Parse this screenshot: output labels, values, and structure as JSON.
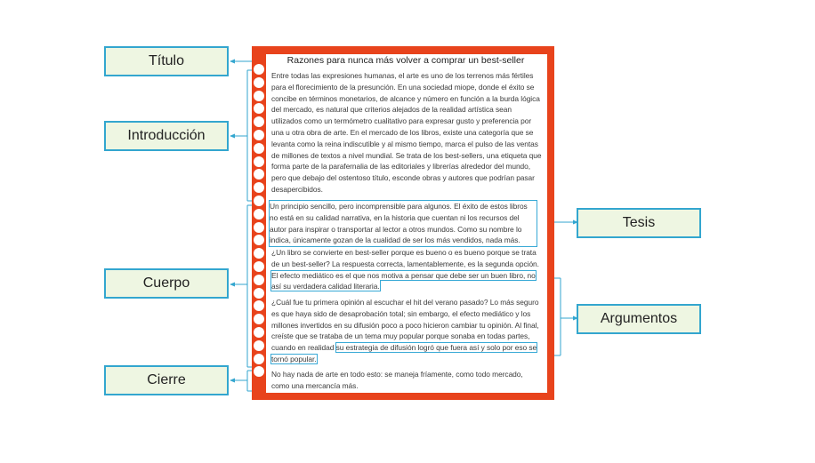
{
  "labels": {
    "titulo": "Título",
    "introduccion": "Introducción",
    "tesis": "Tesis",
    "cuerpo": "Cuerpo",
    "argumentos": "Argumentos",
    "cierre": "Cierre"
  },
  "document": {
    "title": "Razones para nunca más volver a comprar un best-seller",
    "intro": "Entre todas las expresiones humanas, el arte es uno de los terrenos más fértiles para el florecimiento de la presunción. En una sociedad miope, donde el éxito se concibe en términos monetarios, de alcance y número en función a la burda lógica del mercado, es natural que criterios alejados de la realidad artística sean utilizados como un termómetro cualitativo para expresar gusto y preferencia por una u otra obra de arte. En el mercado de los libros, existe una categoría que se levanta como la reina indiscutible y al mismo tiempo, marca el pulso de las ventas de millones de textos a nivel mundial. Se trata de los best-sellers, una etiqueta que forma parte de la parafernalia de las editoriales y librerías alrededor del mundo, pero que debajo del ostentoso título, esconde obras y autores que podrían pasar desapercibidos.",
    "thesis": "Un principio sencillo, pero incomprensible para algunos. El éxito de estos libros no está en su calidad narrativa, en la historia que cuentan ni los recursos del autor para inspirar o transportar al lector a otros mundos. Como su nombre lo indica, únicamente gozan de la cualidad de ser los más vendidos, nada más.",
    "body1_a": "¿Un libro se convierte en best-seller porque es bueno o es bueno porque se trata de un best-seller? La respuesta correcta, lamentablemente, es la segunda opción.",
    "body1_arg": "El efecto mediático es el que nos motiva a pensar que debe ser un buen libro, no así su verdadera calidad literaria.",
    "body2_a": "¿Cuál fue tu primera opinión al escuchar el hit del verano pasado? Lo más seguro es que haya sido de desaprobación total; sin embargo, el efecto mediático y los millones invertidos en su difusión poco a poco hicieron cambiar tu opinión. Al final, creíste que se trataba de un tema muy popular porque sonaba en todas partes, cuando en realidad",
    "body2_arg": "su estrategia de difusión logró que fuera así y solo por eso se tornó popular.",
    "closing": "No hay nada de arte en todo esto: se maneja fríamente, como todo mercado, como una mercancía más."
  },
  "colors": {
    "frame": "#e8431c",
    "accent": "#33a6cf",
    "label_fill": "#eef6e2"
  }
}
